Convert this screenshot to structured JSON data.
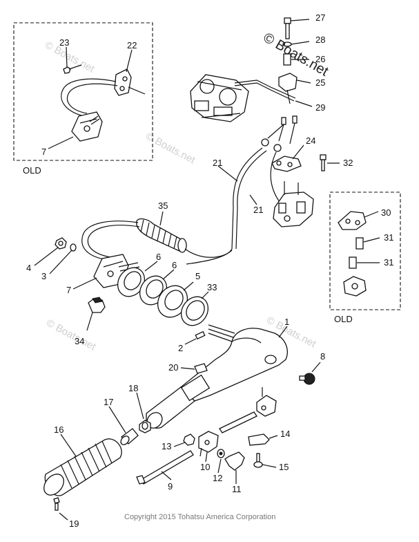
{
  "parts": {
    "p1": "1",
    "p2": "2",
    "p3": "3",
    "p4": "4",
    "p5": "5",
    "p6a": "6",
    "p6b": "6",
    "p7a": "7",
    "p7b": "7",
    "p8": "8",
    "p9": "9",
    "p10": "10",
    "p11": "11",
    "p12": "12",
    "p13": "13",
    "p14": "14",
    "p15": "15",
    "p16": "16",
    "p17": "17",
    "p18": "18",
    "p19": "19",
    "p20": "20",
    "p21a": "21",
    "p21b": "21",
    "p22": "22",
    "p23": "23",
    "p24": "24",
    "p25": "25",
    "p26": "26",
    "p27": "27",
    "p28": "28",
    "p29": "29",
    "p30": "30",
    "p31a": "31",
    "p31b": "31",
    "p32": "32",
    "p33": "33",
    "p34": "34",
    "p35": "35"
  },
  "labels": {
    "old_left": "OLD",
    "old_right": "OLD"
  },
  "watermark": {
    "main": "© Boats.net",
    "faint_1": "© Boats.net",
    "faint_2": "© Boats.net",
    "faint_3": "© Boats.net",
    "faint_4": "© Boats.net"
  },
  "copyright": "Copyright 2015 Tohatsu America Corporation"
}
